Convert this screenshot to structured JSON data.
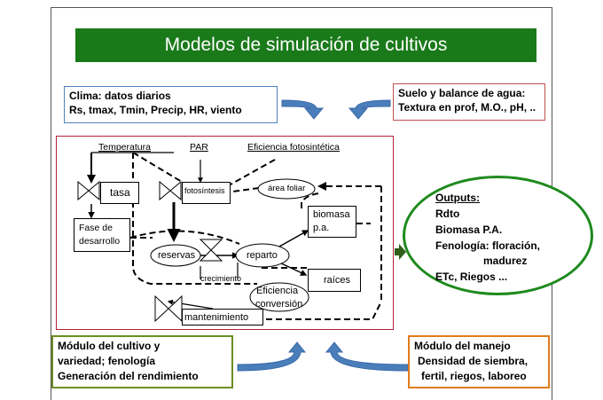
{
  "title": "Modelos de simulación de cultivos",
  "clima": {
    "line1": "Clima: datos diarios",
    "line2": "Rs, tmax, Tmin, Precip, HR, viento"
  },
  "suelo": {
    "line1": "Suelo y balance de agua:",
    "line2": "Textura en prof, M.O., pH, .."
  },
  "diagram": {
    "temperatura": "Temperatura",
    "par": "PAR",
    "eficiencia_foto": "Eficiencia fotosintética",
    "tasa": "tasa",
    "fotosintesis": "fotosíntesis",
    "area_foliar": "área foliar",
    "fase_line1": "Fase de",
    "fase_line2": "desarrollo",
    "biomasa_line1": "biomasa",
    "biomasa_line2": "p.a.",
    "reservas": "reservas",
    "reparto": "reparto",
    "crecimiento": "crecimiento",
    "raices": "raíces",
    "eficiencia_conv_line1": "Eficiencia",
    "eficiencia_conv_line2": "conversión",
    "mantenimiento": "mantenimiento"
  },
  "outputs": {
    "heading": "Outputs:",
    "items": [
      "Rdto",
      "Biomasa P.A.",
      "Fenología: floración,",
      "madurez",
      "ETc, Riegos ..."
    ]
  },
  "modulo_cultivo": {
    "line1": "Módulo del cultivo y",
    "line2": "variedad; fenología",
    "line3": "Generación del rendimiento"
  },
  "modulo_manejo": {
    "line1": "Módulo del manejo",
    "line2": "Densidad de siembra,",
    "line3": "fertil, riegos, laboreo"
  },
  "colors": {
    "title_bg": "#1a7a1a",
    "frame": "#b0223a",
    "arrow": "#4a7ebb",
    "outputs_border": "#1e8a1e",
    "cultivo_border": "#6b8e23",
    "manejo_border": "#e07b1a",
    "suelo_border": "#c0504d",
    "clima_border": "#4f81bd"
  }
}
